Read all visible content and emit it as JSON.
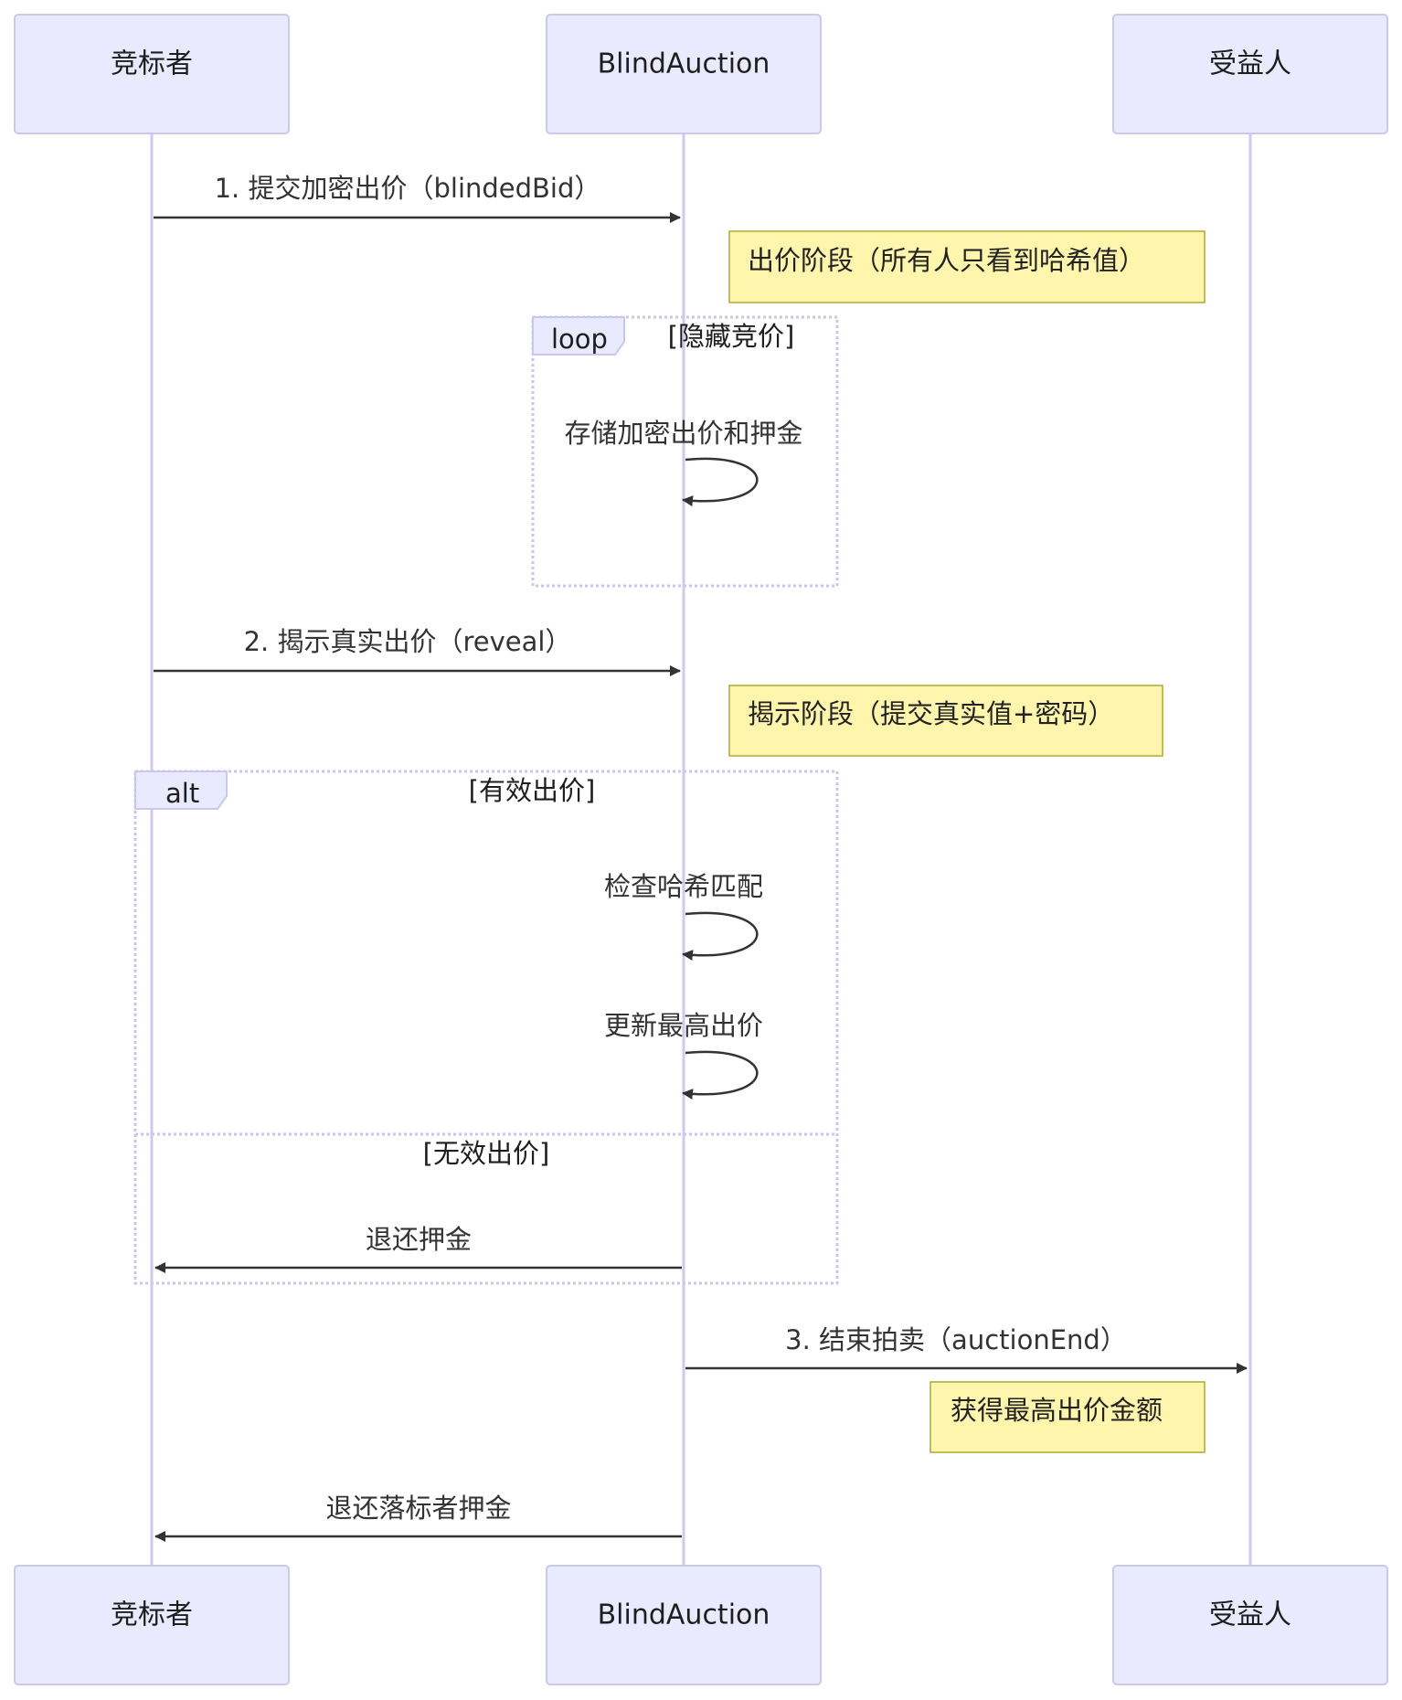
{
  "participants": {
    "bidder": "竞标者",
    "contract": "BlindAuction",
    "beneficiary": "受益人"
  },
  "messages": {
    "m1": "1. 提交加密出价（blindedBid）",
    "m_store": "存储加密出价和押金",
    "m2": "2. 揭示真实出价（reveal）",
    "m_check": "检查哈希匹配",
    "m_update": "更新最高出价",
    "m_refund": "退还押金",
    "m3": "3. 结束拍卖（auctionEnd）",
    "m_refund_losers": "退还落标者押金"
  },
  "notes": {
    "bid_phase": "出价阶段（所有人只看到哈希值）",
    "reveal_phase": "揭示阶段（提交真实值+密码）",
    "receive": "获得最高出价金额"
  },
  "frames": {
    "loop_label": "loop",
    "loop_cond": "[隐藏竞价]",
    "alt_label": "alt",
    "alt_cond": "[有效出价]",
    "else_cond": "[无效出价]"
  },
  "colors": {
    "actor_fill": "#eaeaff",
    "actor_border": "#c9c9ec",
    "lifeline": "#cfc9ee",
    "note_fill": "#fff5ad",
    "note_border": "#aaaa33",
    "arrow": "#333333"
  }
}
